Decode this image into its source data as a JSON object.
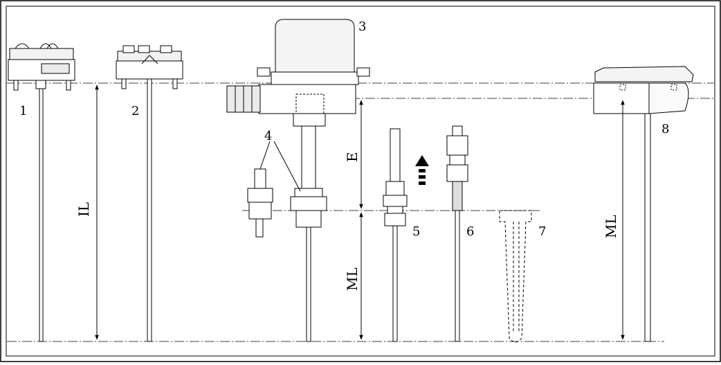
{
  "callouts": {
    "n1": "1",
    "n2": "2",
    "n3": "3",
    "n4": "4",
    "n5": "5",
    "n6": "6",
    "n7": "7",
    "n8": "8"
  },
  "dimensions": {
    "il": "IL",
    "e": "E",
    "ml_center": "ML",
    "ml_right": "ML"
  }
}
